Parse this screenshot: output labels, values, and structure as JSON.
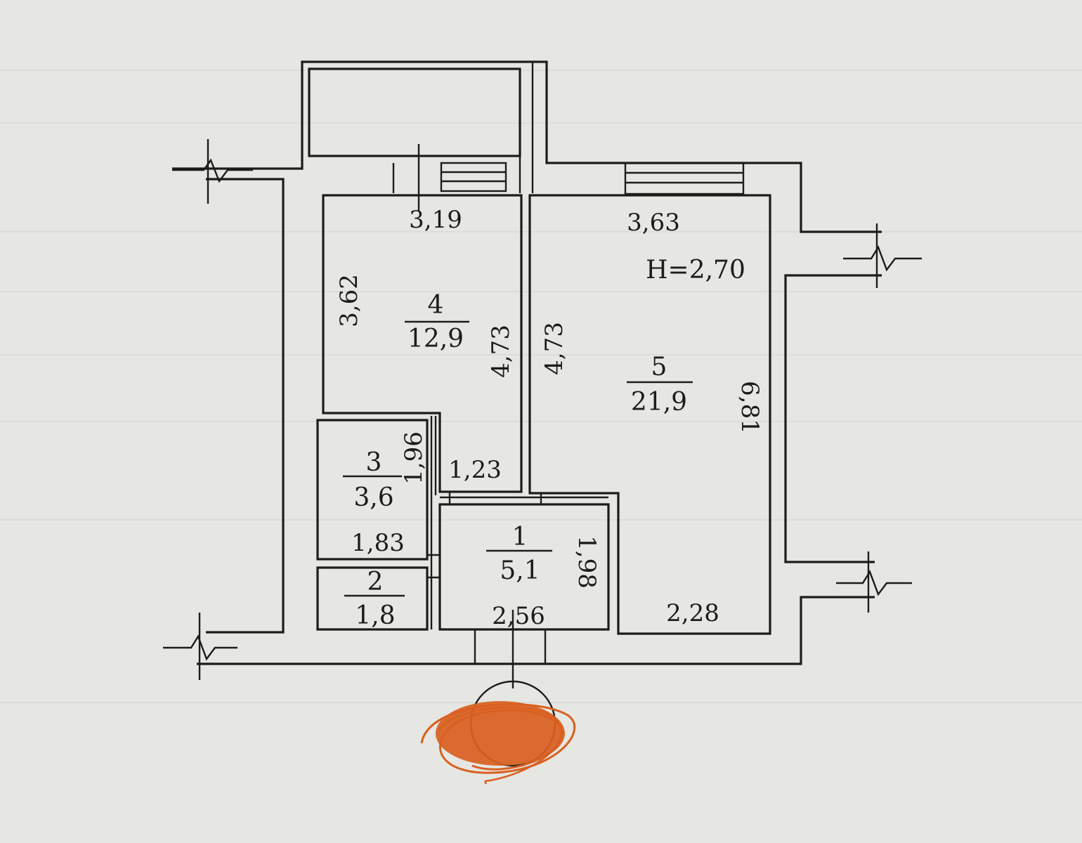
{
  "plan": {
    "ceiling_height": "H=2,70",
    "rooms": [
      {
        "number": "1",
        "area": "5,1"
      },
      {
        "number": "2",
        "area": "1,8"
      },
      {
        "number": "3",
        "area": "3,6"
      },
      {
        "number": "4",
        "area": "12,9"
      },
      {
        "number": "5",
        "area": "21,9"
      }
    ],
    "dimensions": {
      "room4_width": "3,19",
      "room4_left_height": "3,62",
      "room4_right_height": "4,73",
      "room5_top_width": "3,63",
      "room5_left_height": "4,73",
      "room5_right_height": "6,81",
      "room5_bottom_width": "2,28",
      "corridor_width": "1,23",
      "room3_height": "1,96",
      "room3_width": "1,83",
      "room1_height": "1,98",
      "room1_width": "2,56"
    },
    "redaction_color": "#d9601f"
  }
}
